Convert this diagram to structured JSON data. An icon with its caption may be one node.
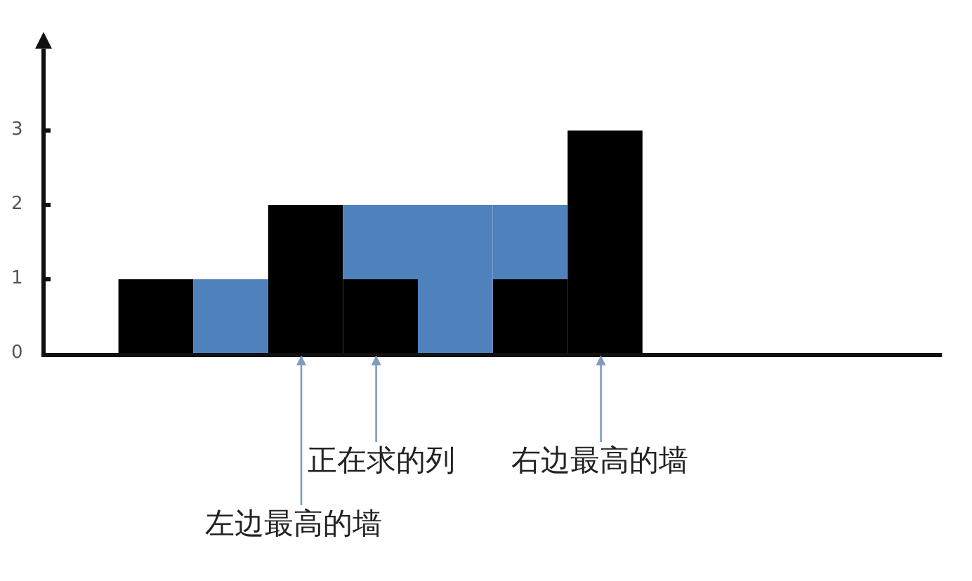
{
  "diagram": {
    "nodes": [
      {
        "text": [
          "正在求的列"
        ]
      },
      {
        "text": [
          "右边最高的墙"
        ]
      },
      {
        "text": [
          "左边最高的墙"
        ]
      },
      {
        "text": [],
        "shape": "bar"
      },
      {
        "text": [],
        "shape": "bar"
      },
      {
        "text": [],
        "shape": "bar"
      },
      {
        "text": [],
        "shape": "bar"
      },
      {
        "text": [],
        "shape": "bar"
      }
    ],
    "edges": [
      {
        "from": 2,
        "to": 4,
        "arrow": "to"
      },
      {
        "from": 0,
        "to": 5,
        "arrow": "to"
      },
      {
        "from": 1,
        "to": 7,
        "arrow": "to"
      }
    ],
    "chart_data": {
      "type": "bar",
      "stacked": true,
      "series": [
        {
          "color": "#000000",
          "values": [
            0,
            1,
            0,
            2,
            1,
            0,
            1,
            3,
            0,
            0,
            0,
            0
          ]
        },
        {
          "color": "#4f81bd",
          "values": [
            0,
            0,
            1,
            0,
            1,
            2,
            1,
            0,
            0,
            0,
            0,
            0
          ]
        }
      ],
      "ylim": [
        0,
        4.1
      ],
      "yticks": [
        0,
        1,
        2,
        3
      ]
    }
  }
}
